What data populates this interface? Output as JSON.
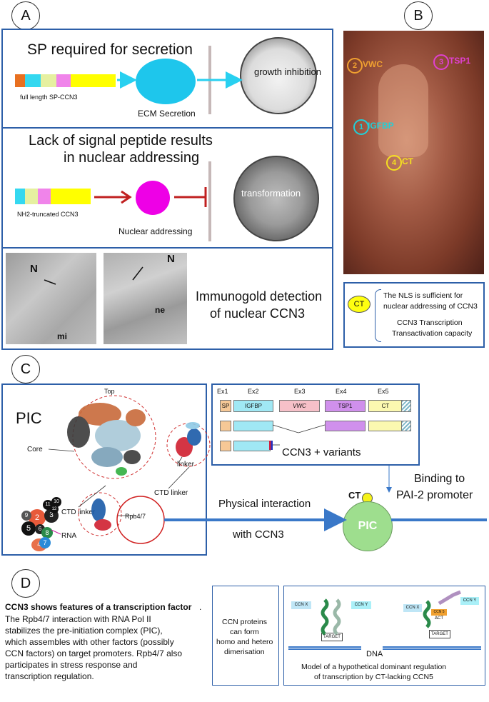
{
  "panels": {
    "a": "A",
    "b": "B",
    "c": "C",
    "d": "D"
  },
  "panel_a": {
    "sec1_title": "SP required for secretion",
    "sec1_construct_label": "full length SP-CCN3",
    "sec1_blob_label": "ECM Secretion",
    "sec1_plate_label": "growth inhibition",
    "sec2_title_line1": "Lack of signal peptide results",
    "sec2_title_line2": "in nuclear addressing",
    "sec2_construct_label": "NH2-truncated CCN3",
    "sec2_blob_label": "Nuclear addressing",
    "sec2_plate_label": "transformation",
    "em_left_N": "N",
    "em_left_mi": "mi",
    "em_right_N": "N",
    "em_right_ne": "ne",
    "sec3_text_line1": "Immunogold detection",
    "sec3_text_line2": "of nuclear CCN3"
  },
  "panel_b": {
    "markers": [
      {
        "num": "2",
        "label": "VWC",
        "color": "#f0a030"
      },
      {
        "num": "3",
        "label": "TSP1",
        "color": "#e040d0"
      },
      {
        "num": "1",
        "label": "IGFBP",
        "color": "#20d0d8"
      },
      {
        "num": "4",
        "label": "CT",
        "color": "#f5e020"
      }
    ],
    "legend_badge": "CT",
    "legend_line1": "The NLS is sufficient for",
    "legend_line2": "nuclear addressing of CCN3",
    "legend_line3": "CCN3 Transcription",
    "legend_line4": "Transactivation capacity"
  },
  "panel_c": {
    "structure_top": "Top",
    "pic_label": "PIC",
    "core_label": "Core",
    "linker_label": "linker",
    "ctd_linker_right": "CTD linker",
    "ctd_linker_left": "CTD linker",
    "rpb47_label": "Rpb4/7",
    "rna_label": "RNA",
    "subunits": [
      "2",
      "3",
      "11",
      "10",
      "12",
      "9",
      "5",
      "6",
      "8",
      "4",
      "7"
    ],
    "exons": [
      "Ex1",
      "Ex2",
      "Ex3",
      "Ex4",
      "Ex5"
    ],
    "domains": [
      "SP",
      "IGFBP",
      "VWC",
      "TSP1",
      "CT"
    ],
    "variants_label": "CCN3 + variants",
    "interaction_line1": "Physical interaction",
    "interaction_line2": "with CCN3",
    "binding_line1": "Binding to",
    "binding_line2": "PAI-2 promoter",
    "ct_label": "CT",
    "pic_circle_label": "PIC"
  },
  "panel_d": {
    "bold_line": "CCN3 shows features of a transcription factor",
    "body_lines": [
      "The Rpb4/7 interaction with RNA Pol II",
      "stabilizes the pre-initiation complex (PIC),",
      "which assembles with other factors (possibly",
      "CCN factors) on target promoters. Rpb4/7 also",
      "participates in stress response and",
      "transcription regulation."
    ],
    "box1_lines": [
      "CCN proteins",
      "can form",
      "homo and hetero",
      "dimerisation"
    ],
    "ccn_x": "CCN X",
    "ccn_y": "CCN Y",
    "ccn_x2": "CCN X",
    "ccn_y2": "CCN Y",
    "ccn5": "CCN 5",
    "delta_ct": "ΔCT",
    "target1": "TARGET",
    "target2": "TARGET",
    "dna": "DNA",
    "model_line1": "Model of a hypothetical dominant regulation",
    "model_line2": "of transcription by CT-lacking CCN5"
  },
  "colors": {
    "frame_blue": "#2d5fa8",
    "cyan": "#28d0f0",
    "magenta": "#f020e0",
    "arrow_red": "#c02020",
    "pic_green": "#9ede8e",
    "dna_blue": "#3a78c8"
  }
}
